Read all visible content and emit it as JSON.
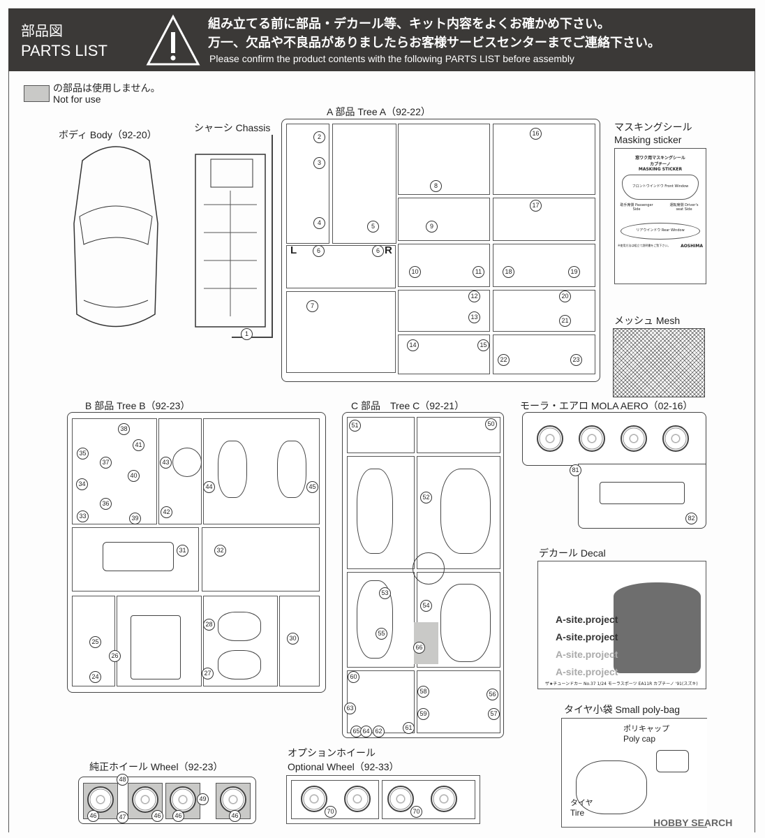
{
  "header": {
    "title_jp": "部品図",
    "title_en": "PARTS LIST",
    "warning_jp_1": "組み立てる前に部品・デカール等、キット内容をよくお確かめ下さい。",
    "warning_jp_2": "万一、欠品や不良品がありましたらお客様サービスセンターまでご連絡下さい。",
    "warning_en": "Please confirm the product contents with the following PARTS LIST before assembly"
  },
  "legend": {
    "jp": "の部品は使用しません。",
    "en": "Not for use",
    "swatch_color": "#c9c9c7"
  },
  "sections": {
    "body": "ボディ Body（92-20）",
    "chassis": "シャーシ Chassis",
    "tree_a": "A 部品 Tree A（92-22）",
    "masking_jp": "マスキングシール",
    "masking_en": "Masking sticker",
    "mesh": "メッシュ Mesh",
    "tree_b": "B 部品 Tree B（92-23）",
    "tree_c": "C 部品　Tree C（92-21）",
    "mola": "モーラ・エアロ MOLA AERO（02-16）",
    "decal": "デカール Decal",
    "polybag": "タイヤ小袋 Small poly-bag",
    "wheel": "純正ホイール Wheel（92-23）",
    "optional_jp": "オプションホイール",
    "optional_en": "Optional Wheel（92-33）"
  },
  "tree_a_side_labels": {
    "left": "L",
    "right": "R"
  },
  "masking_sticker": {
    "title_jp": "窓ワク用マスキングシール",
    "subtitle_jp": "カプチーノ",
    "title_en": "MASKING STICKER",
    "front": "フロントウインドウ Front Window",
    "passenger": "助手席側 Passenger Side",
    "driver": "運転席側 Driver's seat Side",
    "rear": "リアウインドウ Rear Window",
    "footer": "※使用方法は組立て説明書をご覧下さい。",
    "brand": "AOSHIMA"
  },
  "decal": {
    "texts": [
      "A-site.project",
      "A-site.project",
      "A-site.project",
      "A-site.project"
    ],
    "footer": "ザ★チューンドカー No.37 1/24 モーラスポーツ EA11R カプチーノ '91(スズキ)"
  },
  "polybag": {
    "polycap_jp": "ポリキャップ",
    "polycap_en": "Poly cap",
    "tire_jp": "タイヤ",
    "tire_en": "Tire"
  },
  "watermark": "HOBBY SEARCH",
  "parts": {
    "chassis": [
      "1"
    ],
    "tree_a": [
      "2",
      "3",
      "4",
      "5",
      "6",
      "6",
      "7",
      "8",
      "9",
      "10",
      "11",
      "12",
      "13",
      "14",
      "15",
      "16",
      "17",
      "18",
      "19",
      "20",
      "21",
      "22",
      "23"
    ],
    "tree_b": [
      "38",
      "41",
      "35",
      "37",
      "43",
      "40",
      "34",
      "44",
      "45",
      "36",
      "33",
      "39",
      "42",
      "31",
      "32",
      "25",
      "26",
      "28",
      "30",
      "27",
      "24"
    ],
    "tree_c": [
      "51",
      "50",
      "52",
      "53",
      "54",
      "55",
      "66",
      "60",
      "58",
      "56",
      "59",
      "57",
      "63",
      "65",
      "64",
      "62",
      "61"
    ],
    "mola": [
      "81",
      "82"
    ],
    "wheel": [
      "48",
      "46",
      "47",
      "46",
      "49",
      "46",
      "46"
    ],
    "optional": [
      "70",
      "70"
    ]
  }
}
